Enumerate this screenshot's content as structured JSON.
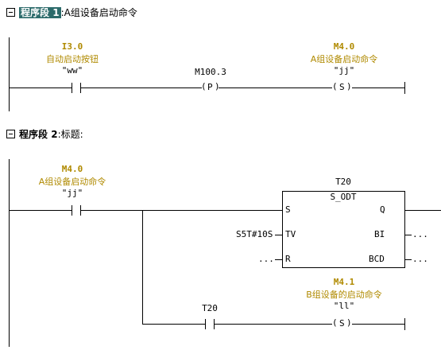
{
  "network1": {
    "title": "程序段",
    "number": "1",
    "comment": ":A组设备启动命令",
    "contact1": {
      "address": "I3.0",
      "symbol": "自动启动按钮",
      "tag": "\"ww\""
    },
    "pcoil": {
      "address": "M100.3",
      "coil": "P"
    },
    "coil1": {
      "address": "M4.0",
      "symbol": "A组设备启动命令",
      "tag": "\"jj\"",
      "coil": "S"
    }
  },
  "network2": {
    "title": "程序段",
    "number": "2",
    "comment": ":标题:",
    "contact1": {
      "address": "M4.0",
      "symbol": "A组设备启动命令",
      "tag": "\"jj\""
    },
    "timer": {
      "name": "T20",
      "type": "S_ODT",
      "pin_s": "S",
      "pin_tv": "TV",
      "pin_r": "R",
      "pin_q": "Q",
      "pin_bi": "BI",
      "pin_bcd": "BCD",
      "tv_value": "S5T#10S",
      "r_value": "...",
      "bi_value": "...",
      "bcd_value": "..."
    },
    "coil2": {
      "address": "M4.1",
      "symbol": "B组设备的启动命令",
      "tag": "\"ll\"",
      "coil": "S"
    },
    "contact2": {
      "address": "T20"
    }
  }
}
